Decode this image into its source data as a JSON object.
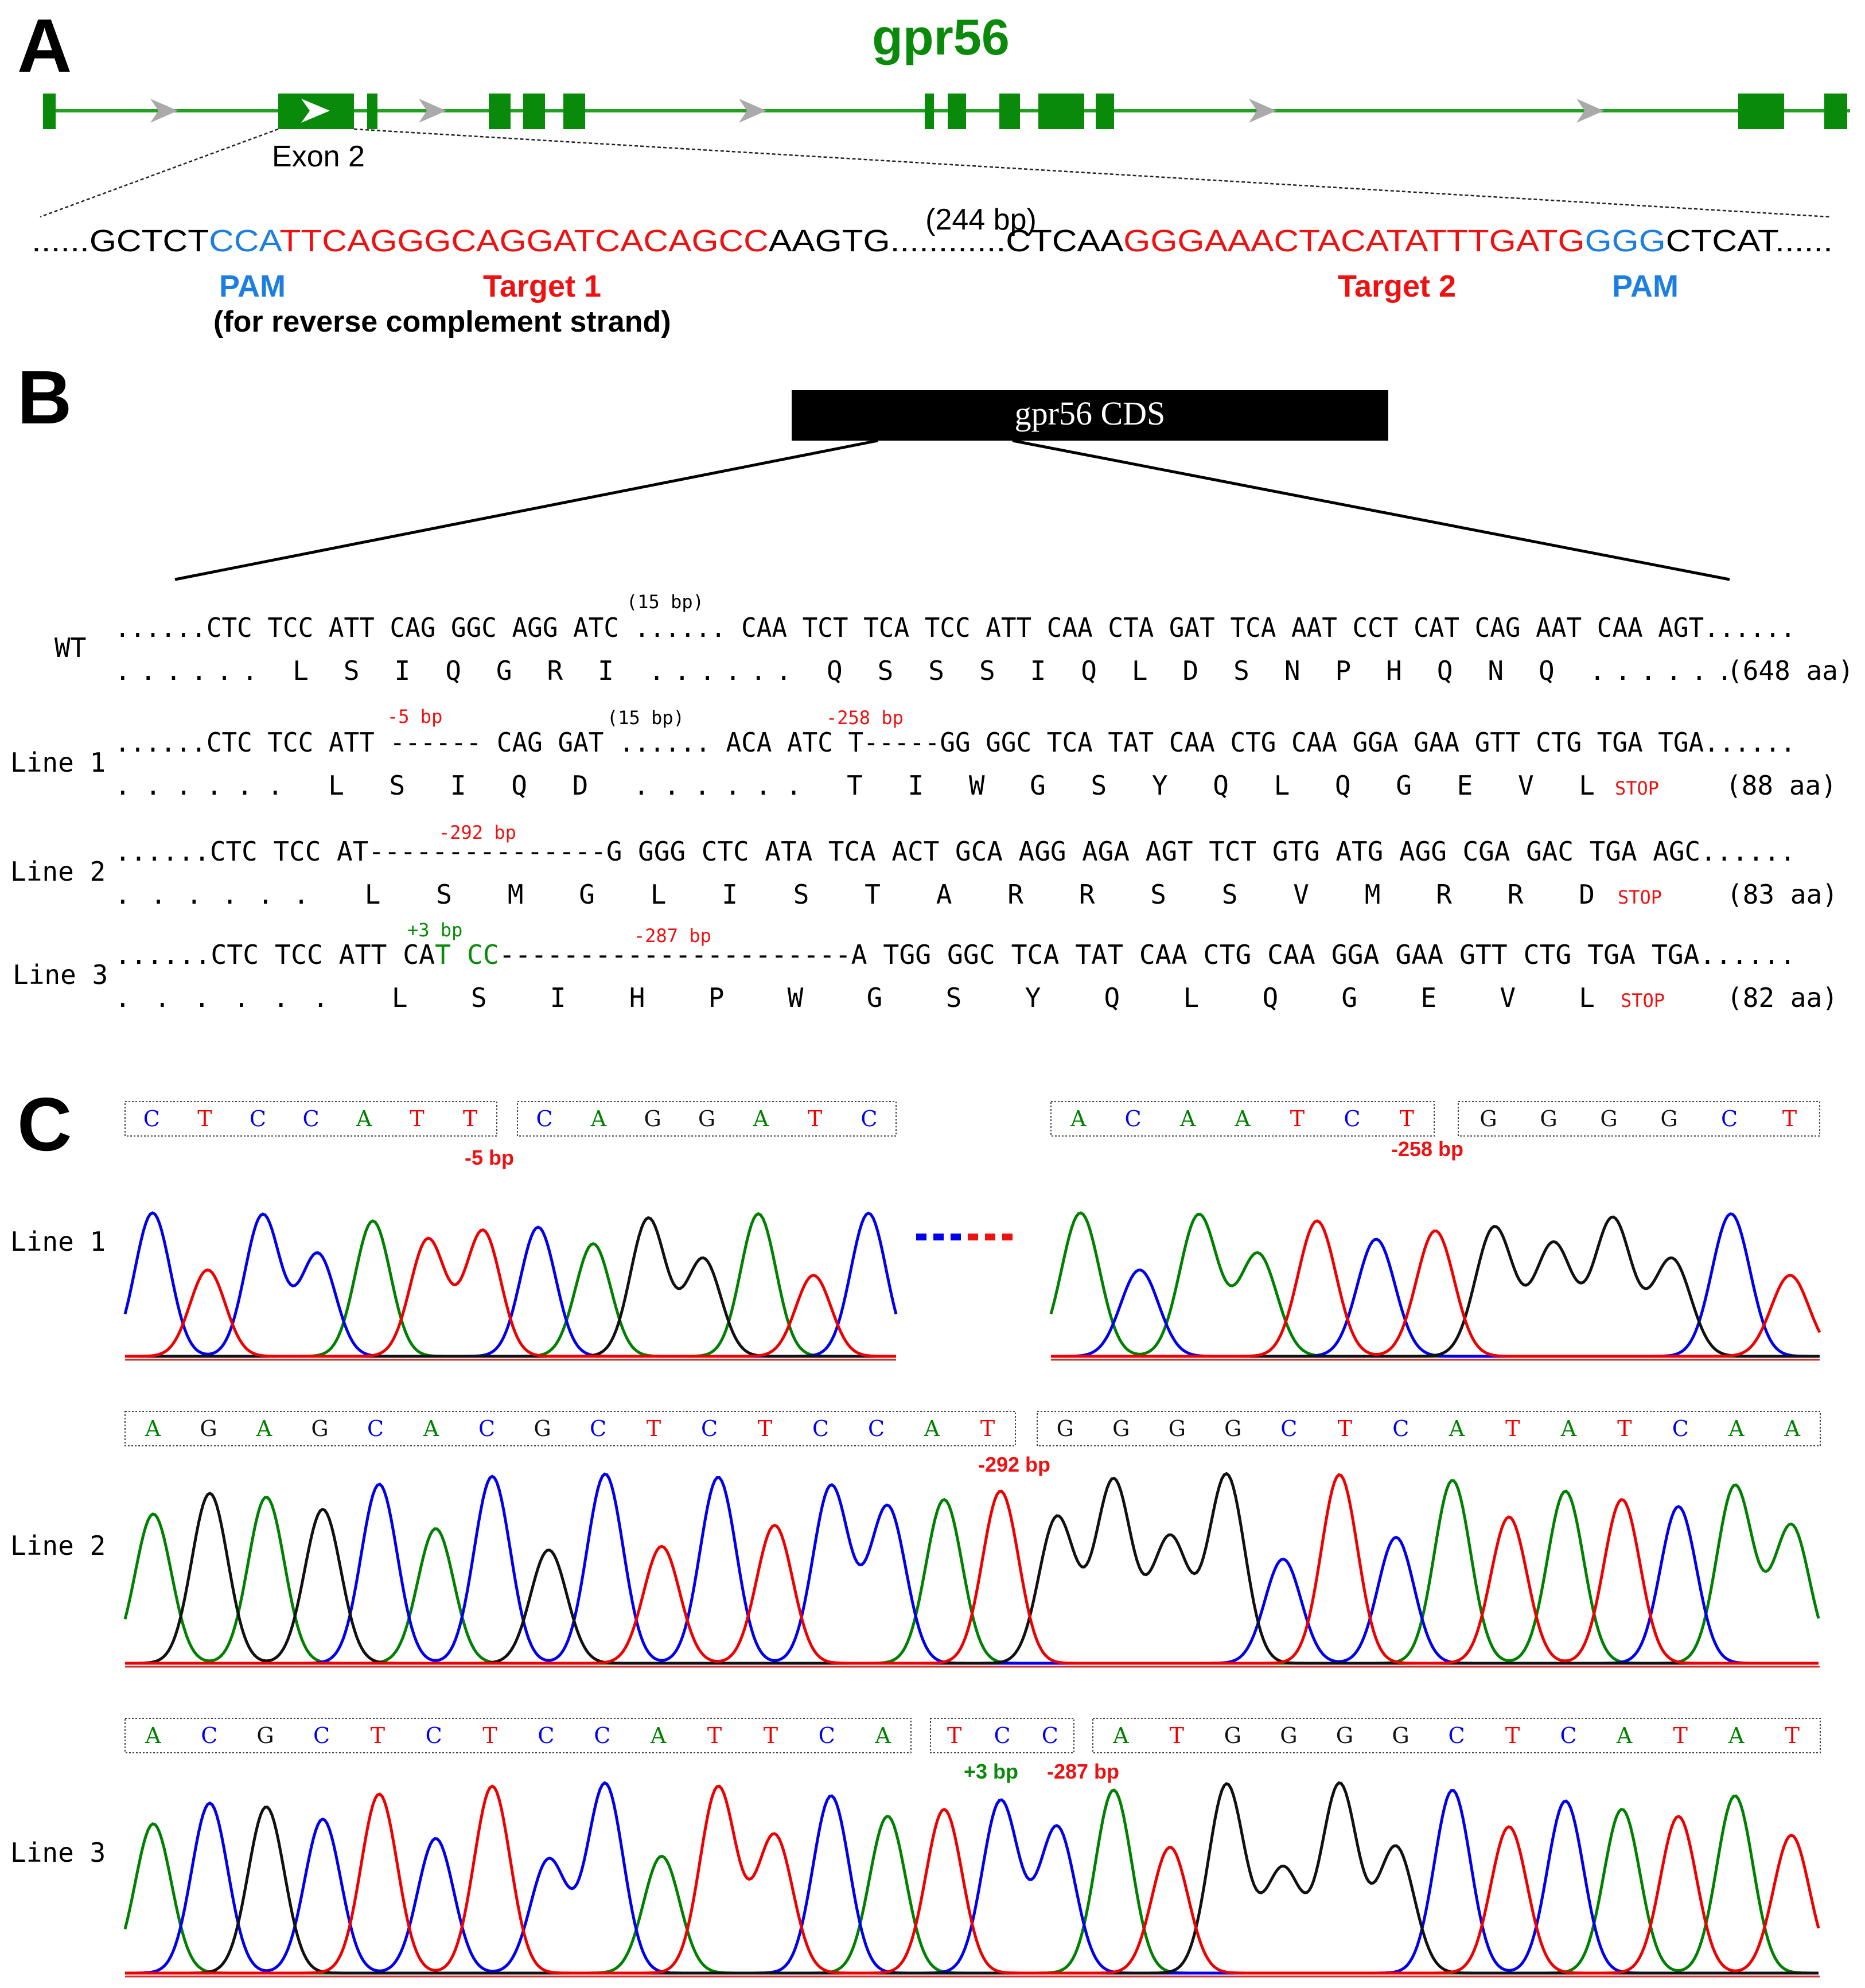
{
  "panels": {
    "A": "A",
    "B": "B",
    "C": "C"
  },
  "colors": {
    "green": "#0a8a0a",
    "red": "#ee1111",
    "blue": "#1c7fe0",
    "A_trace": "#008000",
    "C_trace": "#0000ee",
    "G_trace": "#111111",
    "T_trace": "#ee0000"
  },
  "panel_a": {
    "gene_name": "gpr56",
    "exon_label": "Exon 2",
    "sequence": [
      {
        "text": "......GCTCT",
        "color": "#000000"
      },
      {
        "text": "CCA",
        "color": "#1c7fe0"
      },
      {
        "text": "TTCAGGGCAGGATCACAGCC",
        "color": "#ee1111"
      },
      {
        "text": "AAGTG............CTCAA",
        "color": "#000000"
      },
      {
        "text": "GGGAAACTACATATTTGATG",
        "color": "#ee1111"
      },
      {
        "text": "GGG",
        "color": "#1c7fe0"
      },
      {
        "text": "CTCAT......",
        "color": "#000000"
      }
    ],
    "gap_label": "(244 bp)",
    "pam_left": "PAM",
    "target1": "Target 1",
    "reverse_note": "(for reverse complement strand)",
    "target2": "Target 2",
    "pam_right": "PAM"
  },
  "panel_b": {
    "cds_label": "gpr56 CDS",
    "rows": [
      {
        "label": "WT",
        "dna": "......CTC TCC ATT CAG GGC AGG ATC ...... CAA TCT TCA TCC ATT CAA CTA GAT TCA AAT CCT CAT CAG AAT CAA AGT......",
        "aa": "...... L   S   I   Q   G   R   I  ......  Q   S   S   S   I   Q   L   D   S   N   P   H   Q   N   Q  ......",
        "length": "(648 aa)"
      },
      {
        "label": "Line 1",
        "dna": "......CTC TCC ATT ------ CAG GAT ...... ACA ATC T-----GG GGC TCA TAT CAA CTG CAA GGA GAA GTT CTG TGA TGA......",
        "aa": "...... L   S   I         Q   D  ......  T   I     W     G   S   Y   Q   L   Q   G   E   V   L",
        "length": "(88 aa)"
      },
      {
        "label": "Line 2",
        "dna": "......CTC TCC AT---------------G GGG CTC ATA TCA ACT GCA AGG AGA AGT TCT GTG ATG AGG CGA GAC TGA AGC......",
        "aa": "...... L   S        M          G   L   I   S   T   A   R   R   S   S   V   M   R   R   D",
        "length": "(83 aa)"
      },
      {
        "label": "Line 3",
        "dna_pre": "......CTC TCC ATT CA",
        "dna_ins": "T CC",
        "dna_post": "----------------------A TGG GGC TCA TAT CAA CTG CAA GGA GAA GTT CTG TGA TGA......",
        "aa": "...... L   S   I   H                 P                W   G   S   Y   Q   L   Q   G   E   V   L",
        "length": "(82 aa)"
      }
    ],
    "stop": "STOP",
    "gap_note": "(15 bp)",
    "del_l1a": "-5 bp",
    "del_l1b": "-258 bp",
    "del_l2": "-292 bp",
    "ins_l3": "+3 bp",
    "del_l3": "-287 bp"
  },
  "panel_c": {
    "line_labels": [
      "Line 1",
      "Line 2",
      "Line 3"
    ],
    "l1_box1": [
      "C",
      "T",
      "C",
      "C",
      "A",
      "T",
      "T"
    ],
    "l1_box2": [
      "C",
      "A",
      "G",
      "G",
      "A",
      "T",
      "C"
    ],
    "l1_box3": [
      "A",
      "C",
      "A",
      "A",
      "T",
      "C",
      "T"
    ],
    "l1_box4": [
      "G",
      "G",
      "G",
      "G",
      "C",
      "T"
    ],
    "l2_box1": [
      "A",
      "G",
      "A",
      "G",
      "C",
      "A",
      "C",
      "G",
      "C",
      "T",
      "C",
      "T",
      "C",
      "C",
      "A",
      "T"
    ],
    "l2_box2": [
      "G",
      "G",
      "G",
      "G",
      "C",
      "T",
      "C",
      "A",
      "T",
      "A",
      "T",
      "C",
      "A",
      "A"
    ],
    "l3_box1": [
      "A",
      "C",
      "G",
      "C",
      "T",
      "C",
      "T",
      "C",
      "C",
      "A",
      "T",
      "T",
      "C",
      "A"
    ],
    "l3_box2": [
      "T",
      "C",
      "C"
    ],
    "l3_box3": [
      "A",
      "T",
      "G",
      "G",
      "G",
      "G",
      "C",
      "T",
      "C",
      "A",
      "T",
      "A",
      "T"
    ],
    "ann_l1a": "-5 bp",
    "ann_l1b": "-258 bp",
    "ann_l2": "-292 bp",
    "ann_l3a": "+3 bp",
    "ann_l3b": "-287 bp",
    "traces": {
      "l1a": [
        "C",
        "T",
        "C",
        "C",
        "A",
        "T",
        "T",
        "C",
        "A",
        "G",
        "G",
        "A",
        "T",
        "C"
      ],
      "l1b": [
        "A",
        "C",
        "A",
        "A",
        "T",
        "C",
        "T",
        "G",
        "G",
        "G",
        "G",
        "C",
        "T"
      ],
      "l2": [
        "A",
        "G",
        "A",
        "G",
        "C",
        "A",
        "C",
        "G",
        "C",
        "T",
        "C",
        "T",
        "C",
        "C",
        "A",
        "T",
        "G",
        "G",
        "G",
        "G",
        "C",
        "T",
        "C",
        "A",
        "T",
        "A",
        "T",
        "C",
        "A",
        "A"
      ],
      "l3": [
        "A",
        "C",
        "G",
        "C",
        "T",
        "C",
        "T",
        "C",
        "C",
        "A",
        "T",
        "T",
        "C",
        "A",
        "T",
        "C",
        "C",
        "A",
        "T",
        "G",
        "G",
        "G",
        "G",
        "C",
        "T",
        "C",
        "A",
        "T",
        "A",
        "T"
      ]
    }
  }
}
